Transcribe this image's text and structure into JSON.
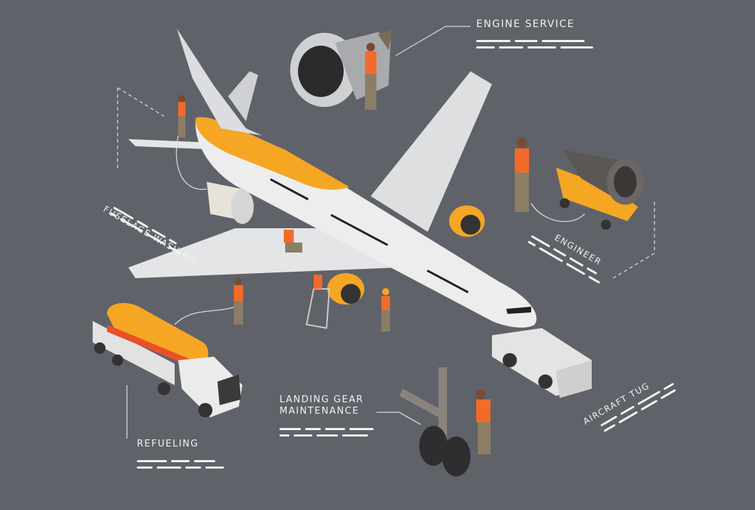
{
  "labels": {
    "engine_service": "ENGINE SERVICE",
    "fuselage_washing": "FUSELAGE WASHING",
    "engineer": "ENGINEER",
    "aircraft_tug": "AIRCRAFT TUG",
    "landing_gear_line1": "LANDING GEAR",
    "landing_gear_line2": "MAINTENANCE",
    "refueling": "REFUELING"
  },
  "colors": {
    "background": "#606269",
    "accent_orange": "#f5a623",
    "vest_orange": "#f26b2a",
    "aircraft_white": "#e9e9ea",
    "text": "#f2f2f2"
  }
}
